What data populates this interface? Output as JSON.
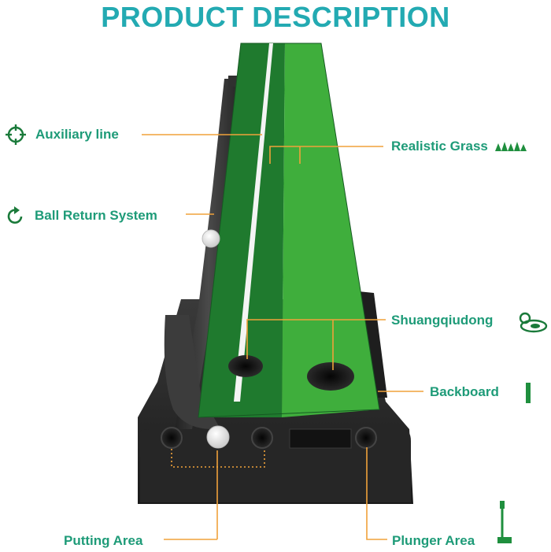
{
  "header": {
    "title": "PRODUCT DESCRIPTION"
  },
  "labels": {
    "auxiliary_line": "Auxiliary line",
    "ball_return_system": "Ball Return System",
    "realistic_grass": "Realistic Grass",
    "shuangqiudong": "Shuangqiudong",
    "backboard": "Backboard",
    "putting_area": "Putting Area",
    "plunger_area": "Plunger Area"
  },
  "icons": {
    "auxiliary_line": "crosshair-icon",
    "ball_return_system": "return-arrow-icon",
    "realistic_grass": "grass-icon",
    "shuangqiudong": "hole-flag-icon",
    "backboard": "backboard-icon",
    "plunger_area": "putter-icon"
  },
  "colors": {
    "title": "#23aab2",
    "label": "#1e9b78",
    "leader": "#f0a23a",
    "grass_dark": "#1f7a2e",
    "grass_light": "#3fae3c",
    "base": "#2b2b2b"
  }
}
